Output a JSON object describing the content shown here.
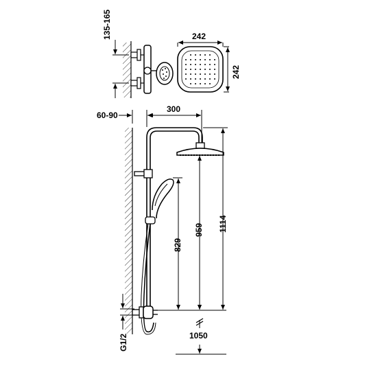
{
  "dimensions": {
    "wall_distance": "135-165",
    "head_width": "242",
    "head_height": "242",
    "wall_gap": "60-90",
    "arm_length": "300",
    "handshower_height": "829",
    "head_height_total": "959",
    "column_height": "1114",
    "floor_height": "1050",
    "thread": "G1/2"
  }
}
